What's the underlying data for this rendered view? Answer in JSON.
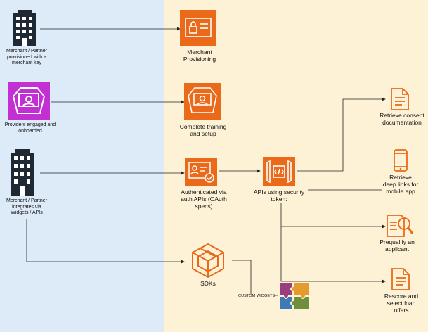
{
  "colors": {
    "left_panel": "#ddeaf8",
    "right_panel": "#fdf2d6",
    "aws_orange": "#ea6a1a",
    "magenta": "#c22fd2",
    "building": "#1f2933",
    "line": "#222222"
  },
  "actors": {
    "merchant_key": "Merchant / Partner provisioned with a merchant key",
    "providers": "Providers engaged and onboarded",
    "merchant_widgets": "Merchant / Partner integrates via Widgets / APIs"
  },
  "services": {
    "merchant_provisioning": "Merchant Provisioning",
    "training": "Complete training and setup",
    "auth_apis": "Authenticated via auth APIs (OAuth specs)",
    "apis_token": "APIs using security token:",
    "sdks": "SDKs",
    "custom_widgets": "CUSTOM WIDGETS"
  },
  "outcomes": {
    "consent": "Retrieve consent documentation",
    "deep_links": "Retrieve deep links for mobile app",
    "prequalify": "Prequalify an applicant",
    "rescore": "Rescore and select loan offers"
  },
  "icons": {
    "building": "office-building-icon",
    "training": "training-presentation-icon",
    "provisioning": "id-card-lock-icon",
    "auth": "id-card-check-icon",
    "api": "api-gateway-icon",
    "sdk": "cube-package-icon",
    "widgets": "puzzle-pieces-icon",
    "document": "document-icon",
    "mobile": "mobile-phone-icon",
    "search": "search-document-icon"
  }
}
